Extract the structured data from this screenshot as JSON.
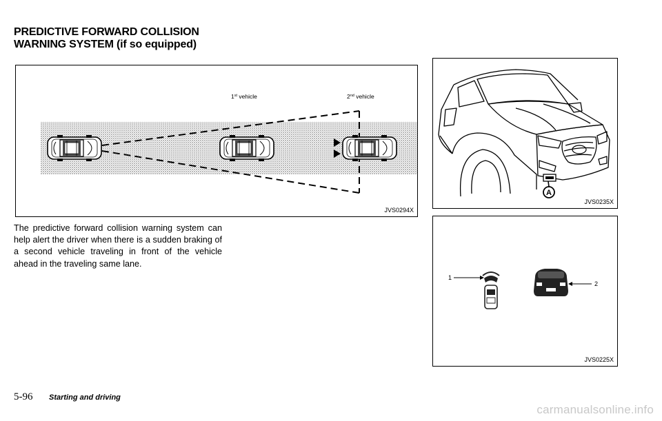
{
  "section_heading": {
    "line1": "PREDICTIVE FORWARD COLLISION",
    "line2": "WARNING SYSTEM (if so equipped)"
  },
  "figure_diagram": {
    "code": "JVS0294X",
    "label_first_base": "1",
    "label_first_sup": "st",
    "label_first_rest": " vehicle",
    "label_second_base": "2",
    "label_second_sup": "nd",
    "label_second_rest": " vehicle"
  },
  "figure_sensor": {
    "code": "JVS0235X",
    "callout": "A"
  },
  "figure_indicator": {
    "code": "JVS0225X",
    "callout_1": "1",
    "callout_2": "2"
  },
  "body_text": "The predictive forward collision warning system can help alert the driver when there is a sudden braking of a second vehicle traveling in front of the vehicle ahead in the traveling same lane.",
  "footer": {
    "page_number": "5-96",
    "section": "Starting and driving"
  },
  "watermark": "carmanualsonline.info",
  "colors": {
    "road_dots": "#8a8a8a",
    "indicator_car": "#222222",
    "watermark": "#c8c8c8"
  }
}
